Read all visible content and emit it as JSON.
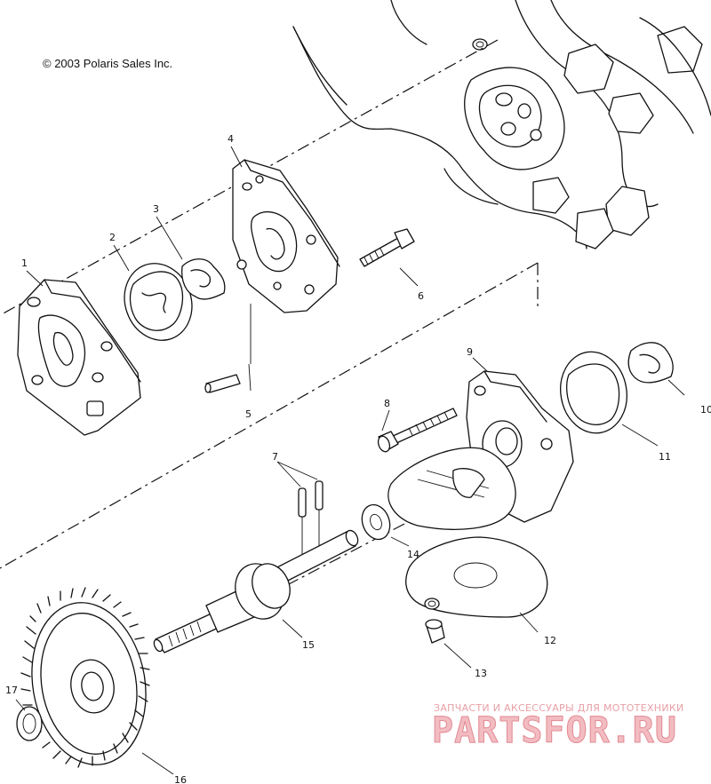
{
  "copyright": "© 2003 Polaris Sales Inc.",
  "watermark": {
    "tagline": "ЗАПЧАСТИ И АКСЕССУАРЫ ДЛЯ МОТОТЕХНИКИ",
    "brand": "PARTSFOR.RU",
    "color": "#e8a0a6"
  },
  "callouts": [
    "1",
    "2",
    "3",
    "4",
    "5",
    "6",
    "7",
    "8",
    "9",
    "10",
    "11",
    "12",
    "13",
    "14",
    "15",
    "16",
    "17"
  ]
}
